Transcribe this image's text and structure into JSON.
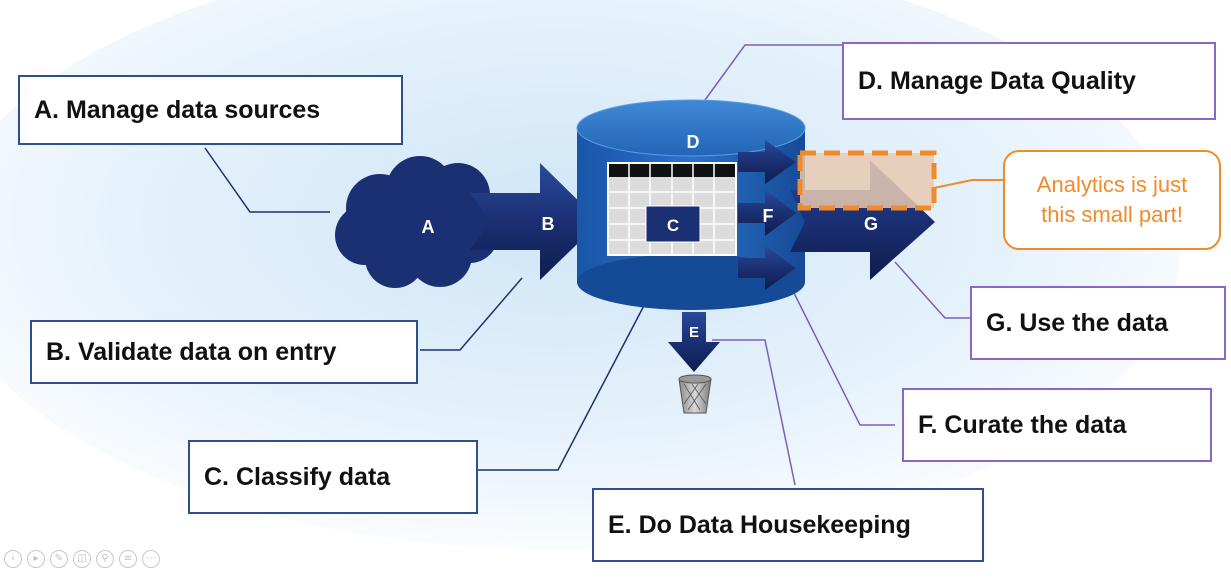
{
  "diagram": {
    "labels": {
      "manage_data_sources": "A. Manage data sources",
      "validate_data_on_entry": "B. Validate data on entry",
      "classify_data": "C. Classify data",
      "manage_data_quality": "D. Manage Data Quality",
      "do_data_housekeeping": "E. Do Data Housekeeping",
      "curate_the_data": "F. Curate the data",
      "use_the_data": "G.  Use the data"
    },
    "shape_letters": {
      "a": "A",
      "b": "B",
      "c": "C",
      "d": "D",
      "e": "E",
      "f": "F",
      "g": "G"
    },
    "callout": {
      "line1": "Analytics is just",
      "line2": "this small part!"
    },
    "colors": {
      "navy": "#1b2f73",
      "db_blue": "#1e5fb4",
      "purple_connector": "#7d5fb8",
      "callout_orange": "#f28a2a"
    }
  },
  "toolbar": {
    "icons": [
      "arrow-left-icon",
      "play-icon",
      "pen-icon",
      "copy-icon",
      "zoom-icon",
      "menu-icon",
      "more-icon"
    ]
  }
}
